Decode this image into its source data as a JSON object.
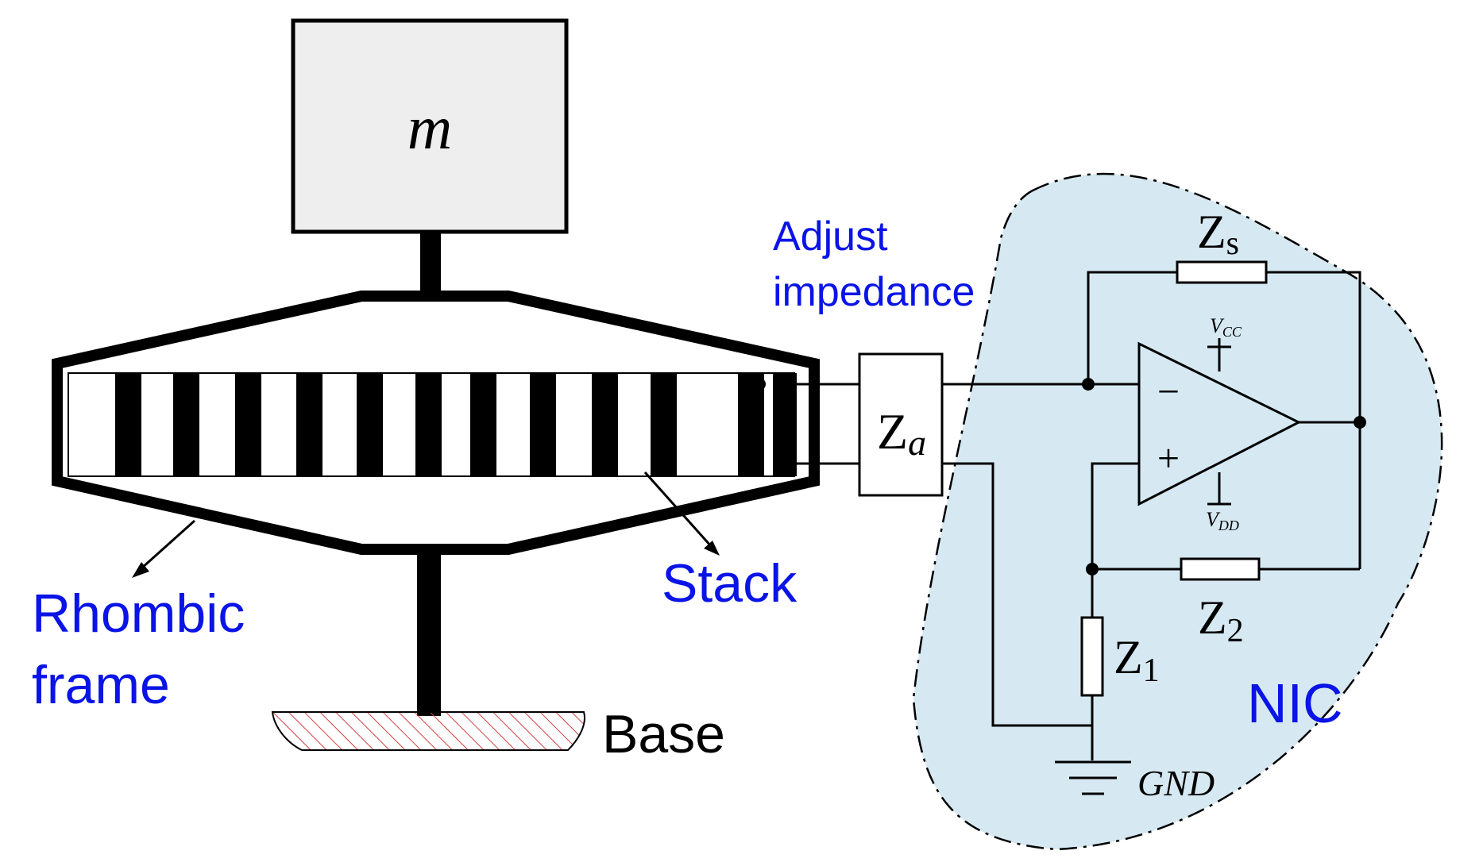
{
  "labels": {
    "mass": "m",
    "adjust_line1": "Adjust",
    "adjust_line2": "impedance",
    "rhombic_line1": "Rhombic",
    "rhombic_line2": "frame",
    "stack": "Stack",
    "base": "Base",
    "nic": "NIC",
    "za_main": "Z",
    "za_sub": "a",
    "zs_main": "Z",
    "zs_sub": "s",
    "z1_main": "Z",
    "z1_sub": "1",
    "z2_main": "Z",
    "z2_sub": "2",
    "vcc_main": "V",
    "vcc_sub": "CC",
    "vdd_main": "V",
    "vdd_sub": "DD",
    "minus": "−",
    "plus": "+",
    "gnd": "GND"
  },
  "colors": {
    "label_blue": "#0a14e6",
    "nic_fill": "#d6e9f2",
    "mass_fill": "#eeeeee",
    "hatch": "#d04040",
    "ink": "#000000"
  }
}
